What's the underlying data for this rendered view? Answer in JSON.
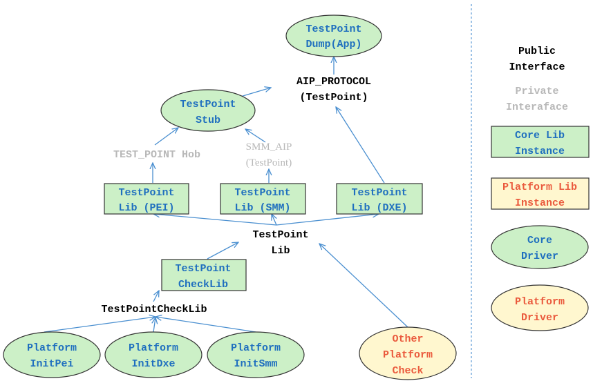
{
  "colors": {
    "core_fill": "#ccf0c7",
    "platform_fill": "#fff7cf",
    "core_text": "#1f6fbf",
    "platform_text": "#ea5a3d",
    "public_text": "#000000",
    "private_text": "#b8b8b8",
    "arrow": "#4a8fd0",
    "divider": "#5a9ad5"
  },
  "nodes": {
    "dump_app": [
      "TestPoint",
      "Dump(App)"
    ],
    "aip_protocol": [
      "AIP_PROTOCOL",
      "(TestPoint)"
    ],
    "stub": [
      "TestPoint",
      "Stub"
    ],
    "test_point_hob": [
      "TEST_POINT Hob"
    ],
    "smm_aip": [
      "SMM_AIP",
      "(TestPoint)"
    ],
    "lib_pei": [
      "TestPoint",
      "Lib (PEI)"
    ],
    "lib_smm": [
      "TestPoint",
      "Lib (SMM)"
    ],
    "lib_dxe": [
      "TestPoint",
      "Lib (DXE)"
    ],
    "testpoint_lib": [
      "TestPoint",
      "Lib"
    ],
    "checklib_box": [
      "TestPoint",
      "CheckLib"
    ],
    "checklib_label": [
      "TestPointCheckLib"
    ],
    "init_pei": [
      "Platform",
      "InitPei"
    ],
    "init_dxe": [
      "Platform",
      "InitDxe"
    ],
    "init_smm": [
      "Platform",
      "InitSmm"
    ],
    "other_check": [
      "Other",
      "Platform",
      "Check"
    ]
  },
  "legend": {
    "public": [
      "Public",
      "Interface"
    ],
    "private": [
      "Private",
      "Interaface"
    ],
    "core_lib": [
      "Core Lib",
      "Instance"
    ],
    "platform_lib": [
      "Platform Lib",
      "Instance"
    ],
    "core_driver": [
      "Core",
      "Driver"
    ],
    "platform_driver": [
      "Platform",
      "Driver"
    ]
  }
}
